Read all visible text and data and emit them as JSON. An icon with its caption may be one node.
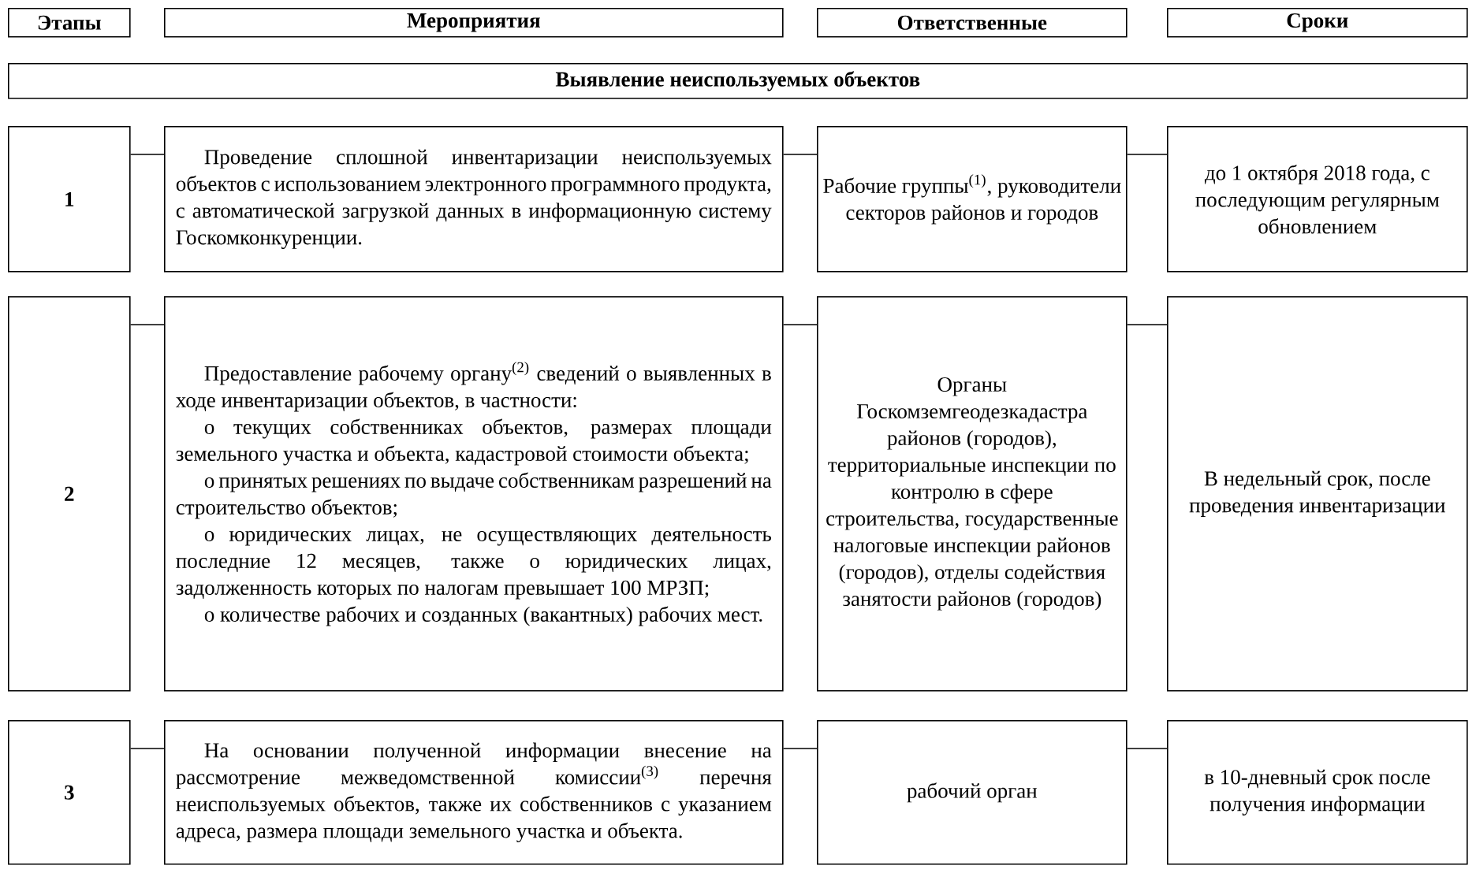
{
  "diagram": {
    "nodes": [
      {
        "text": [
          "Этапы"
        ]
      },
      {
        "text": [
          "Мероприятия"
        ]
      },
      {
        "text": [
          "Ответственные"
        ]
      },
      {
        "text": [
          "Сроки"
        ]
      },
      {
        "text": [
          "Выявление неиспользуемых объектов"
        ]
      },
      {
        "text": [
          "1"
        ]
      },
      {
        "text": [
          "Проведение сплошной инвентаризации неиспользуемых объектов с использованием электронного программного продукта, с автоматической загрузкой данных в информационную систему Госкомконкуренции."
        ]
      },
      {
        "text": [
          "Рабочие группы$^{(1)}$, руководители секторов районов и городов"
        ]
      },
      {
        "text": [
          "до 1 октября 2018 года, с последующим регулярным обновлением"
        ]
      },
      {
        "text": [
          "2"
        ]
      },
      {
        "text": [
          "Предоставление рабочему органу$^{(2)}$ сведений о выявленных в ходе инвентаризации объектов, в частности:",
          "о текущих собственниках объектов, размерах площади земельного участка и объекта, кадастровой стоимости объекта;",
          "о принятых решениях по выдаче собственникам разрешений на строительство объектов;",
          "о юридических лицах, не осуществляющих деятельность последние 12 месяцев, также о юридических лицах, задолженность которых по налогам превышает 100 МРЗП;",
          "о количестве рабочих и созданных (вакантных) рабочих мест."
        ]
      },
      {
        "text": [
          "Органы Госкомземгеодезкадастра районов (городов), территориальные инспекции по контролю в сфере строительства, государственные налоговые инспекции районов (городов), отделы содействия занятости районов (городов)"
        ]
      },
      {
        "text": [
          "В недельный срок, после проведения инвентаризации"
        ]
      },
      {
        "text": [
          "3"
        ]
      },
      {
        "text": [
          "На основании полученной информации внесение на рассмотрение межведомственной комиссии$^{(3)}$ перечня неиспользуемых объектов, также их собственников с указанием адреса, размера площади земельного участка и объекта."
        ]
      },
      {
        "text": [
          "рабочий орган"
        ]
      },
      {
        "text": [
          "в 10-дневный срок после получения информации"
        ]
      }
    ],
    "edges": [
      {
        "from": 5,
        "to": 6,
        "arrow": "none"
      },
      {
        "from": 6,
        "to": 7,
        "arrow": "none"
      },
      {
        "from": 7,
        "to": 8,
        "arrow": "none"
      },
      {
        "from": 9,
        "to": 10,
        "arrow": "none"
      },
      {
        "from": 10,
        "to": 11,
        "arrow": "none"
      },
      {
        "from": 11,
        "to": 12,
        "arrow": "none"
      },
      {
        "from": 13,
        "to": 14,
        "arrow": "none"
      },
      {
        "from": 14,
        "to": 15,
        "arrow": "none"
      },
      {
        "from": 15,
        "to": 16,
        "arrow": "none"
      }
    ]
  }
}
